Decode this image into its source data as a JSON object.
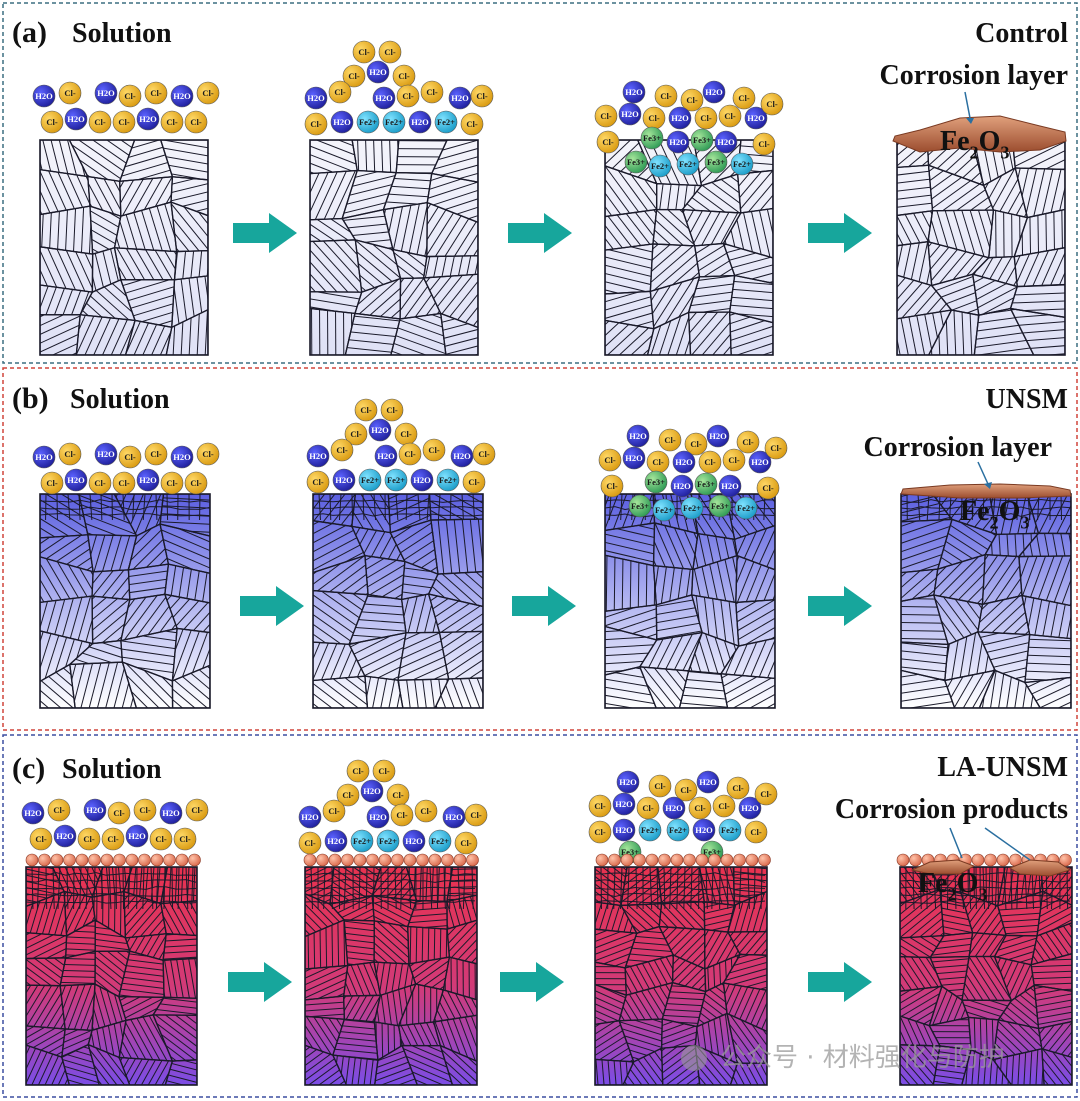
{
  "colors": {
    "arrow": "#17a69c",
    "cl_ion": "#e0a51c",
    "h2o_ion": "#2b2fb8",
    "fe2_ion": "#1fb2d6",
    "fe3_ion": "#3aa66a",
    "corrosion": "#c06d4a",
    "frame_a": "#3b6e80",
    "frame_b": "#d0453b",
    "frame_c": "#3b4ea0"
  },
  "panels": [
    {
      "tag": "(a)",
      "solution": "Solution",
      "condition": "Control",
      "annotation": "Corrosion layer",
      "product": "Fe",
      "product_sub1": "2",
      "product_mid": "O",
      "product_sub2": "3"
    },
    {
      "tag": "(b)",
      "solution": "Solution",
      "condition": "UNSM",
      "annotation": "Corrosion layer",
      "product": "Fe",
      "product_sub1": "2",
      "product_mid": "O",
      "product_sub2": "3"
    },
    {
      "tag": "(c)",
      "solution": "Solution",
      "condition": "LA-UNSM",
      "annotation": "Corrosion products",
      "product": "Fe",
      "product_sub1": "2",
      "product_mid": "O",
      "product_sub2": "3"
    }
  ],
  "ions": {
    "cl": "Cl",
    "cl_sup": "-",
    "h2o": "H2O",
    "fe2": "Fe2+",
    "fe3": "Fe3+"
  },
  "watermark": "公众号 · 材料强化与防护"
}
